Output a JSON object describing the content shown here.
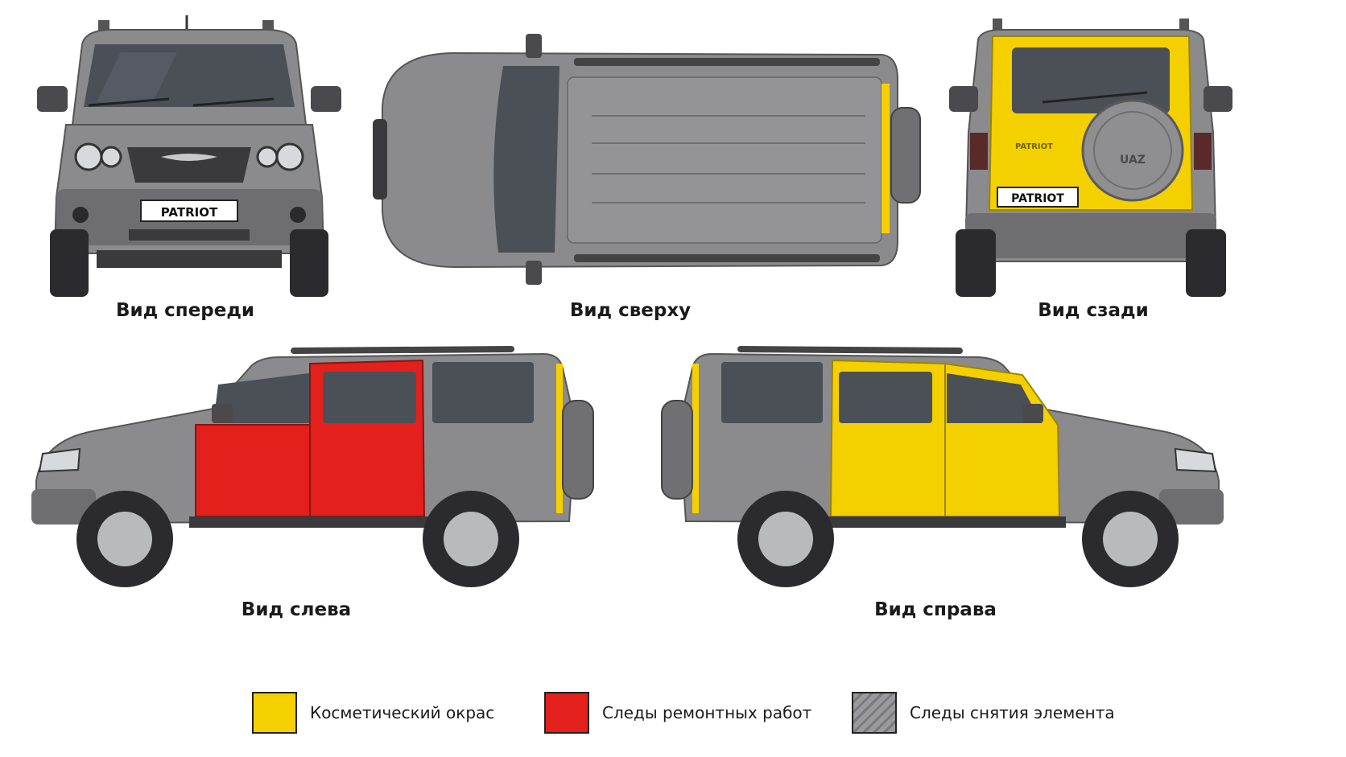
{
  "colors": {
    "body": "#8b8b8d",
    "body_dark": "#6e6e70",
    "plastic": "#3a3a3c",
    "glass": "#4b5057",
    "tire": "#2b2b2d",
    "rim": "#b9babc",
    "cosmetic": "#f5d000",
    "repair": "#e3201b",
    "removal_base": "#9a9a9c",
    "removal_stripe": "#7a7a7c"
  },
  "views": {
    "front": {
      "caption": "Вид спереди",
      "plate": "PATRIOT"
    },
    "top": {
      "caption": "Вид сверху"
    },
    "rear": {
      "caption": "Вид сзади",
      "plate": "PATRIOT",
      "badge": "PATRIOT",
      "spare_logo": "UAZ"
    },
    "left": {
      "caption": "Вид слева"
    },
    "right": {
      "caption": "Вид справа"
    }
  },
  "legend": [
    {
      "label": "Косметический окрас",
      "icon": "yellow-swatch"
    },
    {
      "label": "Следы ремонтных работ",
      "icon": "red-swatch"
    },
    {
      "label": "Следы снятия элемента",
      "icon": "hatched-swatch"
    }
  ]
}
